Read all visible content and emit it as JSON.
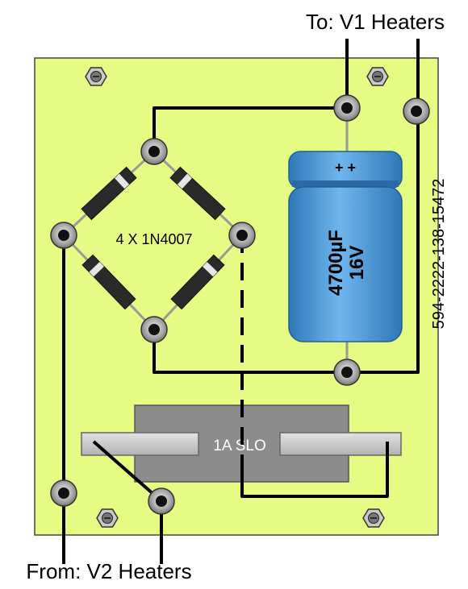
{
  "labels": {
    "top": "To: V1 Heaters",
    "bottom": "From: V2 Heaters",
    "bridge": "4 X 1N4007",
    "fuse": "1A SLO",
    "part_number": "594-2222-138-15472",
    "cap_polarity": "+ +",
    "cap_value": "4700µF",
    "cap_voltage": "16V"
  },
  "colors": {
    "board": "#e6fb84",
    "capacitor": "#3a8fd4",
    "fuse_body": "#8c8c8c",
    "fuse_clip": "#c8c8c8",
    "wire": "#000000",
    "diode": "#2a2a2a"
  },
  "icons": {
    "mount_hole": "hex-nut-icon",
    "terminal": "screw-terminal-icon"
  }
}
